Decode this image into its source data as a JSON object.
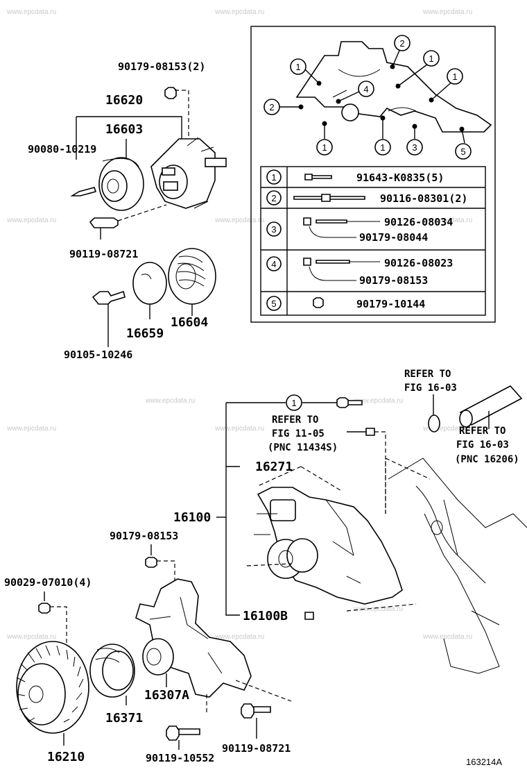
{
  "watermark": "www.epcdata.ru",
  "figure_id": "163214A",
  "parts": {
    "p90179_08153_2": "90179-08153(2)",
    "p16620": "16620",
    "p16603": "16603",
    "p90080_10219": "90080-10219",
    "p90119_08721_top": "90119-08721",
    "p16659": "16659",
    "p16604": "16604",
    "p90105_10246": "90105-10246",
    "p16271": "16271",
    "p16100": "16100",
    "p16100B": "16100B",
    "p90179_08153_b": "90179-08153",
    "p90029_07010_4": "90029-07010(4)",
    "p16307A": "16307A",
    "p16371": "16371",
    "p16210": "16210",
    "p90119_10552": "90119-10552",
    "p90119_08721_bot": "90119-08721"
  },
  "refer_notes": {
    "r1_line1": "REFER TO",
    "r1_line2": "FIG 16-03",
    "r2_line1": "REFER TO",
    "r2_line2": "FIG 11-05",
    "r2_line3": "(PNC 11434S)",
    "r3_line1": "REFER TO",
    "r3_line2": "FIG 16-03",
    "r3_line3": "(PNC 16206)"
  },
  "callouts": {
    "c1": "1",
    "c2": "2",
    "c3": "3",
    "c4": "4",
    "c5": "5"
  },
  "bolt_table": {
    "row1": "91643-K0835(5)",
    "row2": "90116-08301(2)",
    "row3a": "90126-08034",
    "row3b": "90179-08044",
    "row4a": "90126-08023",
    "row4b": "90179-08153",
    "row5": "90179-10144"
  }
}
